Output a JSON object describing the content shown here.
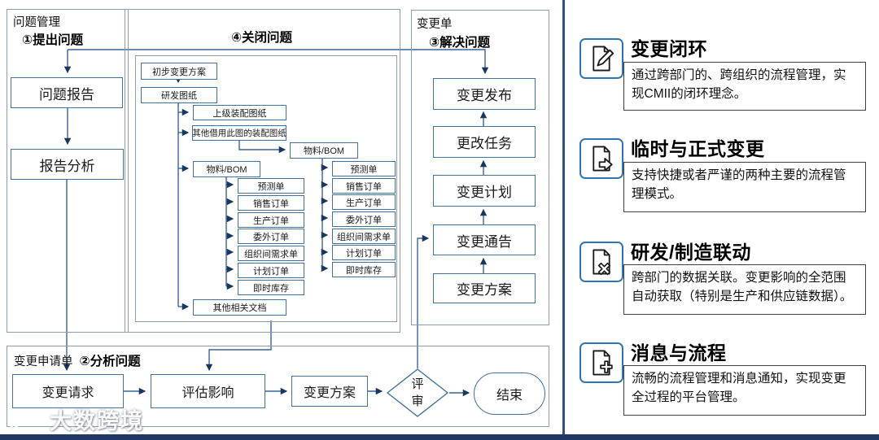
{
  "diagram": {
    "problem": {
      "section": "问题管理",
      "step": "①提出问题",
      "report": "问题报告",
      "analysis": "报告分析"
    },
    "close": {
      "step": "④关闭问题",
      "initial_plan": "初步变更方案",
      "rd_drawing": "研发图纸",
      "upper_assembly": "上级装配图纸",
      "borrowed_assembly": "其他借用此图的装配图纸",
      "bom": "物料/BOM",
      "orders": [
        "预测单",
        "销售订单",
        "生产订单",
        "委外订单",
        "组织间需求单",
        "计划订单",
        "即时库存"
      ],
      "other_docs": "其他相关文档"
    },
    "order": {
      "section": "变更单",
      "step": "③解决问题",
      "boxes": [
        "变更发布",
        "更改任务",
        "变更计划",
        "变更通告",
        "变更方案"
      ]
    },
    "request": {
      "section": "变更申请单",
      "step": "②分析问题",
      "request": "变更请求",
      "evaluate": "评估影响",
      "solution": "变更方案",
      "review": "评审",
      "end": "结束"
    }
  },
  "panel": {
    "items": [
      {
        "icon": "edit-document-icon",
        "title": "变更闭环",
        "desc": "通过跨部门的、跨组织的流程管理，实现CMII的闭环理念。"
      },
      {
        "icon": "export-document-icon",
        "title": "临时与正式变更",
        "desc": "支持快捷或者严谨的两种主要的流程管理模式。"
      },
      {
        "icon": "delete-document-icon",
        "title": "研发/制造联动",
        "desc": "跨部门的数据关联。变更影响的全范围自动获取（特别是生产和供应链数据）。"
      },
      {
        "icon": "add-document-icon",
        "title": "消息与流程",
        "desc": "流畅的流程管理和消息通知，实现变更全过程的平台管理。"
      }
    ]
  },
  "watermark": {
    "text": "大数跨境"
  },
  "colors": {
    "icon_border": "#2e75b6",
    "line": "#39639c",
    "arrowhead": "#17375e",
    "bar": "#1f3864"
  }
}
